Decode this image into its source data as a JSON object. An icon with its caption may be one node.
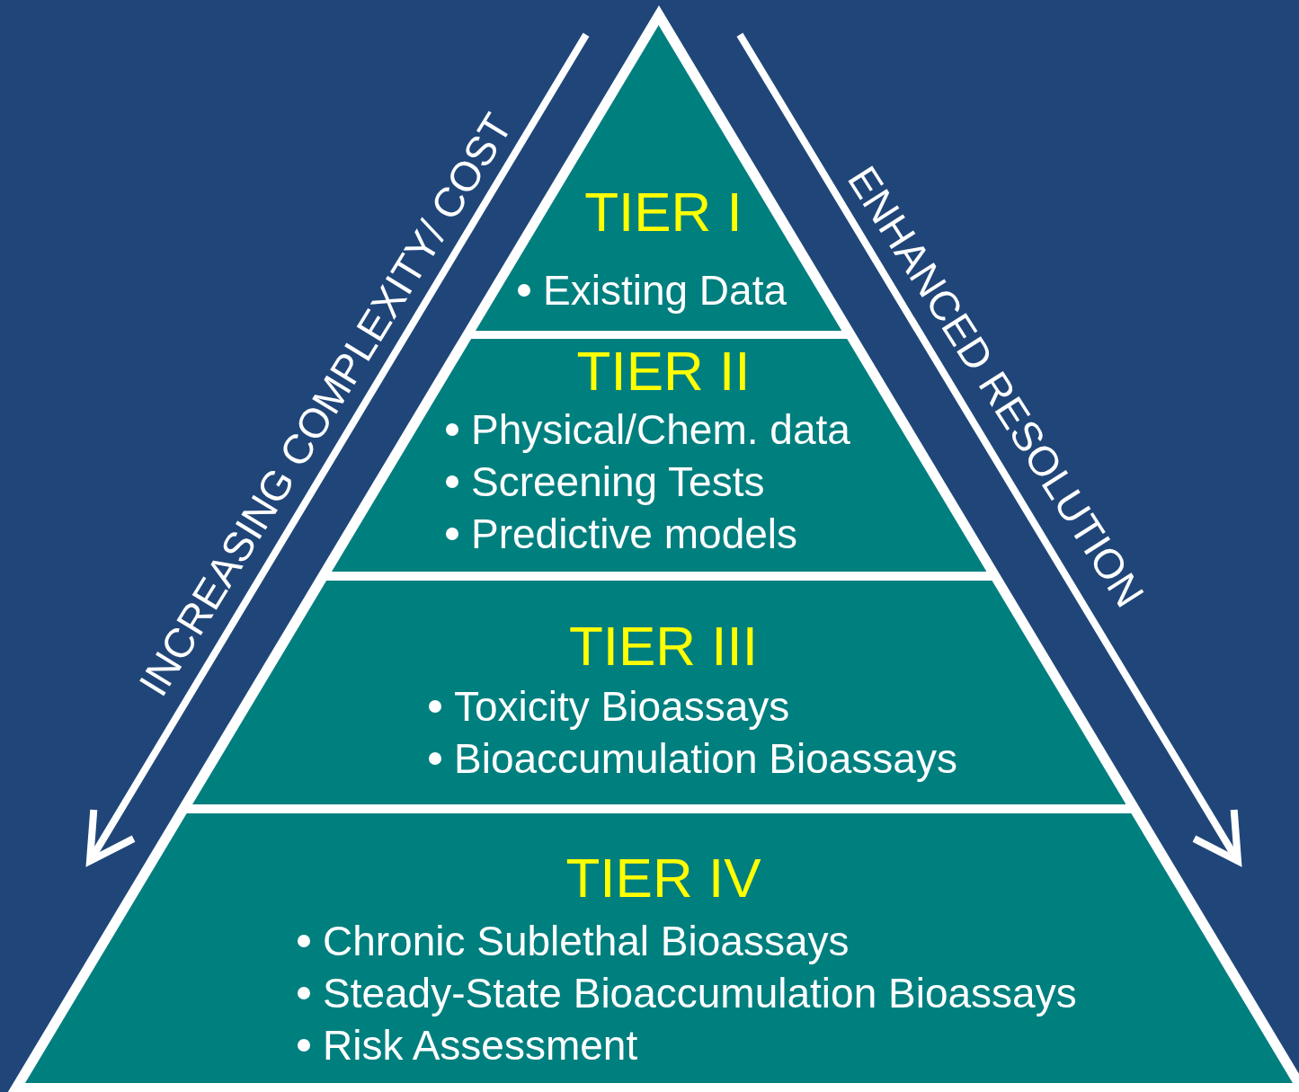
{
  "diagram": {
    "nodes": [
      {
        "text": [
          "TIER I",
          "Existing Data"
        ]
      },
      {
        "text": [
          "TIER II",
          "Physical/Chem. data",
          "Screening Tests",
          "Predictive models"
        ]
      },
      {
        "text": [
          "TIER III",
          "Toxicity Bioassays",
          "Bioaccumulation Bioassays"
        ]
      },
      {
        "text": [
          "TIER IV",
          "Chronic Sublethal Bioassays",
          "Steady-State Bioaccumulation Bioassays",
          "Risk Assessment"
        ]
      }
    ],
    "labels": [
      "INCREASING COMPLEXITY/ COST",
      "ENHANCED RESOLUTION"
    ]
  }
}
